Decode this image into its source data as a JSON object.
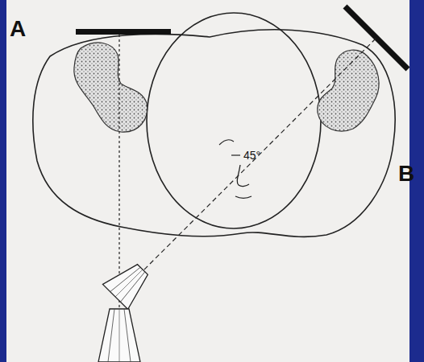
{
  "diagram": {
    "labels": [
      "A",
      "B",
      "45°"
    ]
  }
}
